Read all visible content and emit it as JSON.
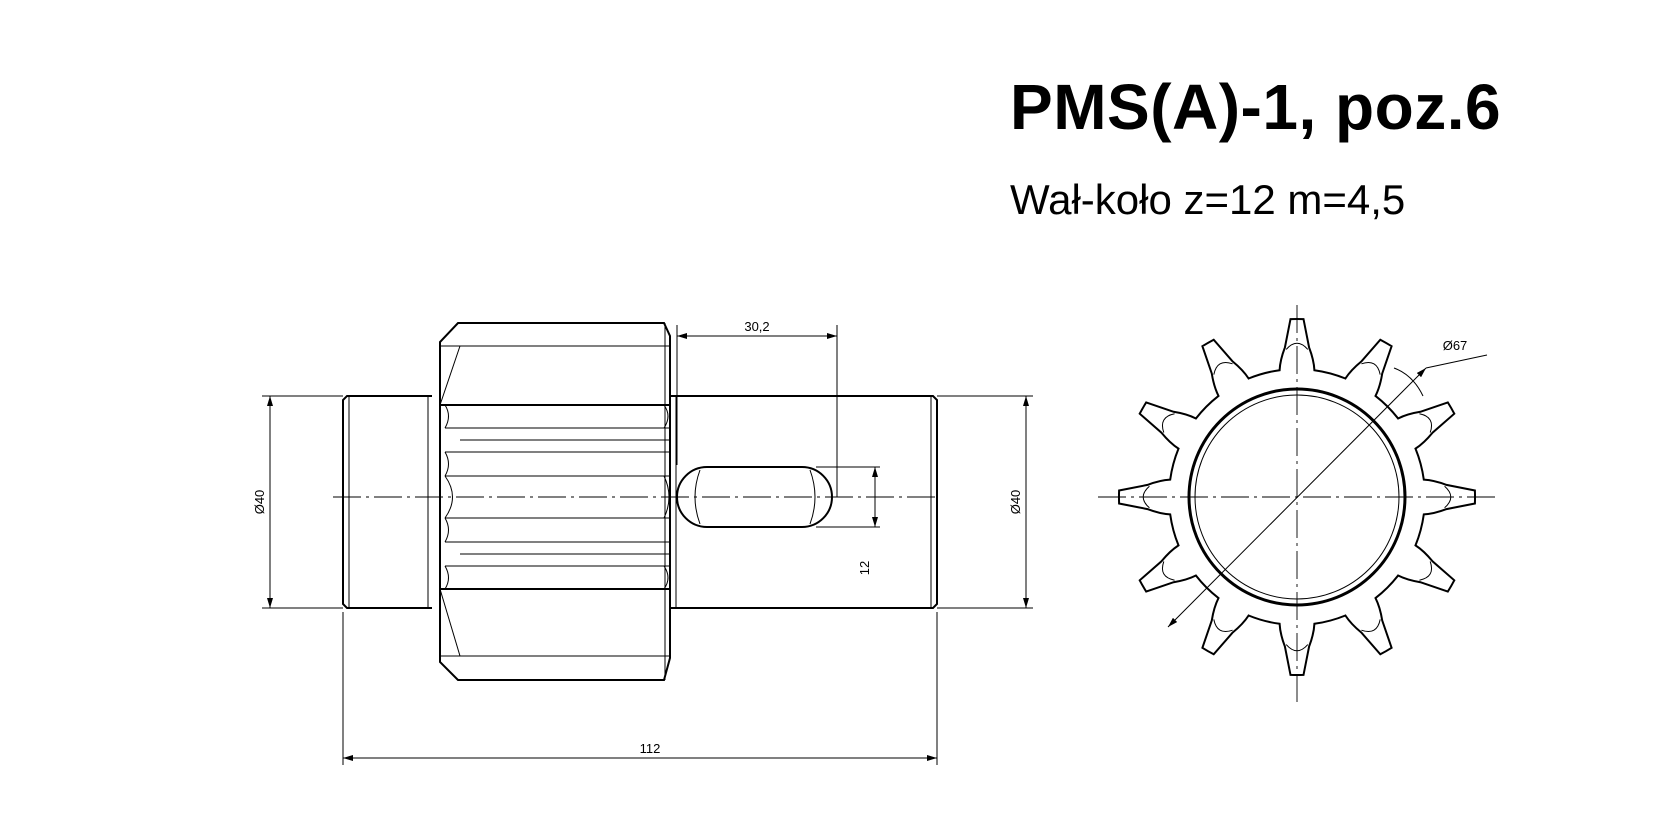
{
  "title": "PMS(A)-1, poz.6",
  "subtitle": "Wał-koło z=12  m=4,5",
  "dimensions": {
    "keyway_length": "30,2",
    "shaft_dia_left": "Ø40",
    "shaft_dia_right": "Ø40",
    "keyway_width": "12",
    "total_length": "112",
    "tip_dia": "Ø67"
  },
  "gear": {
    "teeth": 12
  }
}
